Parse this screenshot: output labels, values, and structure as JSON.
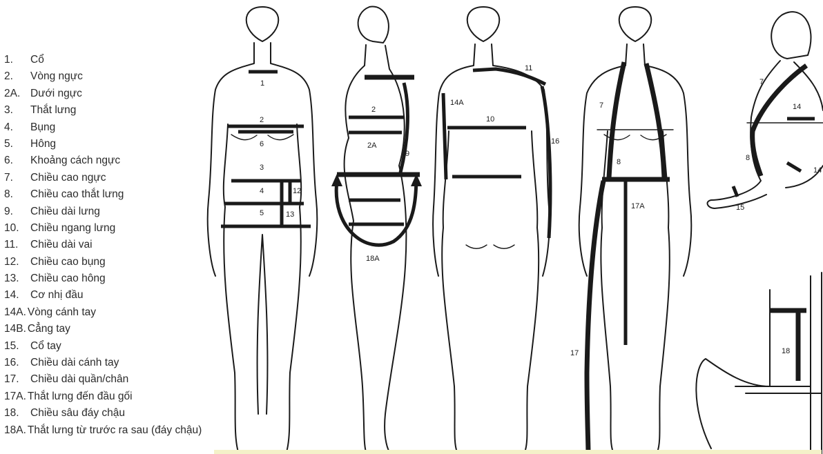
{
  "legend": [
    {
      "num": "1.",
      "text": "Cổ"
    },
    {
      "num": "2.",
      "text": "Vòng ngực"
    },
    {
      "num": "2A.",
      "text": "Dưới ngực"
    },
    {
      "num": "3.",
      "text": "Thắt lưng"
    },
    {
      "num": "4.",
      "text": "Bụng"
    },
    {
      "num": "5.",
      "text": "Hông"
    },
    {
      "num": "6.",
      "text": "Khoảng cách ngực"
    },
    {
      "num": "7.",
      "text": "Chiều cao ngực"
    },
    {
      "num": "8.",
      "text": "Chiều cao thắt lưng"
    },
    {
      "num": "9.",
      "text": "Chiều dài lưng"
    },
    {
      "num": "10.",
      "text": "Chiều ngang lưng"
    },
    {
      "num": "11.",
      "text": "Chiều dài vai"
    },
    {
      "num": "12.",
      "text": "Chiều cao bụng"
    },
    {
      "num": "13.",
      "text": "Chiều cao hông"
    },
    {
      "num": "14.",
      "text": "Cơ nhị đầu"
    },
    {
      "num": "14A.",
      "text": "Vòng cánh tay"
    },
    {
      "num": "14B.",
      "text": "Cẳng tay"
    },
    {
      "num": "15.",
      "text": "Cổ tay"
    },
    {
      "num": "16.",
      "text": "Chiều dài cánh tay"
    },
    {
      "num": "17.",
      "text": "Chiều dài quần/chân"
    },
    {
      "num": "17A.",
      "text": "Thắt lưng đến đầu gối"
    },
    {
      "num": "18.",
      "text": "Chiều sâu đáy chậu"
    },
    {
      "num": "18A.",
      "text": "Thắt lưng từ trước ra sau (đáy chậu)"
    }
  ],
  "figure_labels": {
    "front": [
      "1",
      "2",
      "6",
      "3",
      "4",
      "12",
      "5",
      "13"
    ],
    "side": [
      "2",
      "2A",
      "9",
      "18A"
    ],
    "back": [
      "11",
      "14A",
      "10",
      "16"
    ],
    "front2": [
      "7",
      "8",
      "17A",
      "17"
    ],
    "arm": [
      "7",
      "14",
      "8",
      "14",
      "15"
    ],
    "seated": [
      "18"
    ]
  }
}
